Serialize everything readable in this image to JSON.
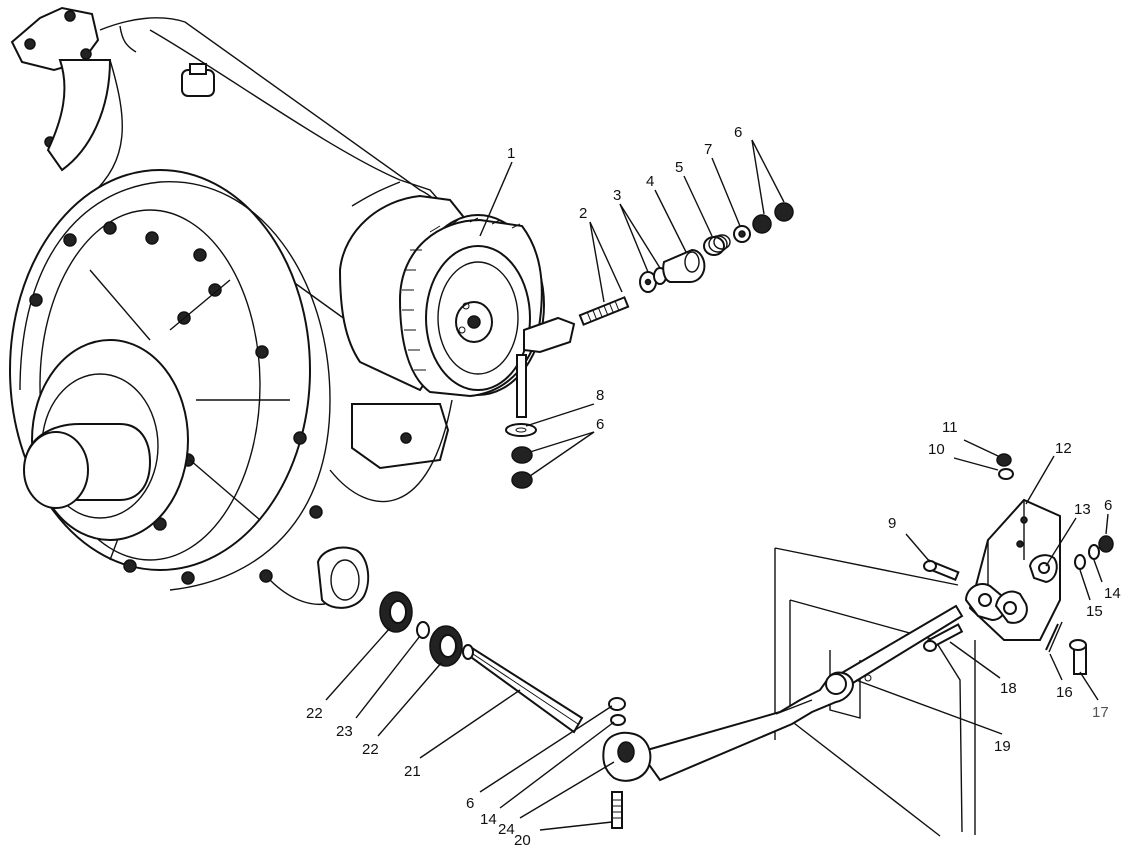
{
  "diagram": {
    "callouts": [
      {
        "id": "c1",
        "text": "1"
      },
      {
        "id": "c2",
        "text": "2"
      },
      {
        "id": "c3",
        "text": "3"
      },
      {
        "id": "c4",
        "text": "4"
      },
      {
        "id": "c5",
        "text": "5"
      },
      {
        "id": "c7",
        "text": "7"
      },
      {
        "id": "c6a",
        "text": "6"
      },
      {
        "id": "c8",
        "text": "8"
      },
      {
        "id": "c6b",
        "text": "6"
      },
      {
        "id": "c11",
        "text": "11"
      },
      {
        "id": "c10",
        "text": "10"
      },
      {
        "id": "c12",
        "text": "12"
      },
      {
        "id": "c9",
        "text": "9"
      },
      {
        "id": "c13",
        "text": "13"
      },
      {
        "id": "c6c",
        "text": "6"
      },
      {
        "id": "c14a",
        "text": "14"
      },
      {
        "id": "c15",
        "text": "15"
      },
      {
        "id": "c18",
        "text": "18"
      },
      {
        "id": "c16",
        "text": "16"
      },
      {
        "id": "c17",
        "text": "17"
      },
      {
        "id": "c19",
        "text": "19"
      },
      {
        "id": "c22a",
        "text": "22"
      },
      {
        "id": "c23",
        "text": "23"
      },
      {
        "id": "c22b",
        "text": "22"
      },
      {
        "id": "c21",
        "text": "21"
      },
      {
        "id": "c6d",
        "text": "6"
      },
      {
        "id": "c14b",
        "text": "14"
      },
      {
        "id": "c24",
        "text": "24"
      },
      {
        "id": "c20",
        "text": "20"
      }
    ]
  }
}
